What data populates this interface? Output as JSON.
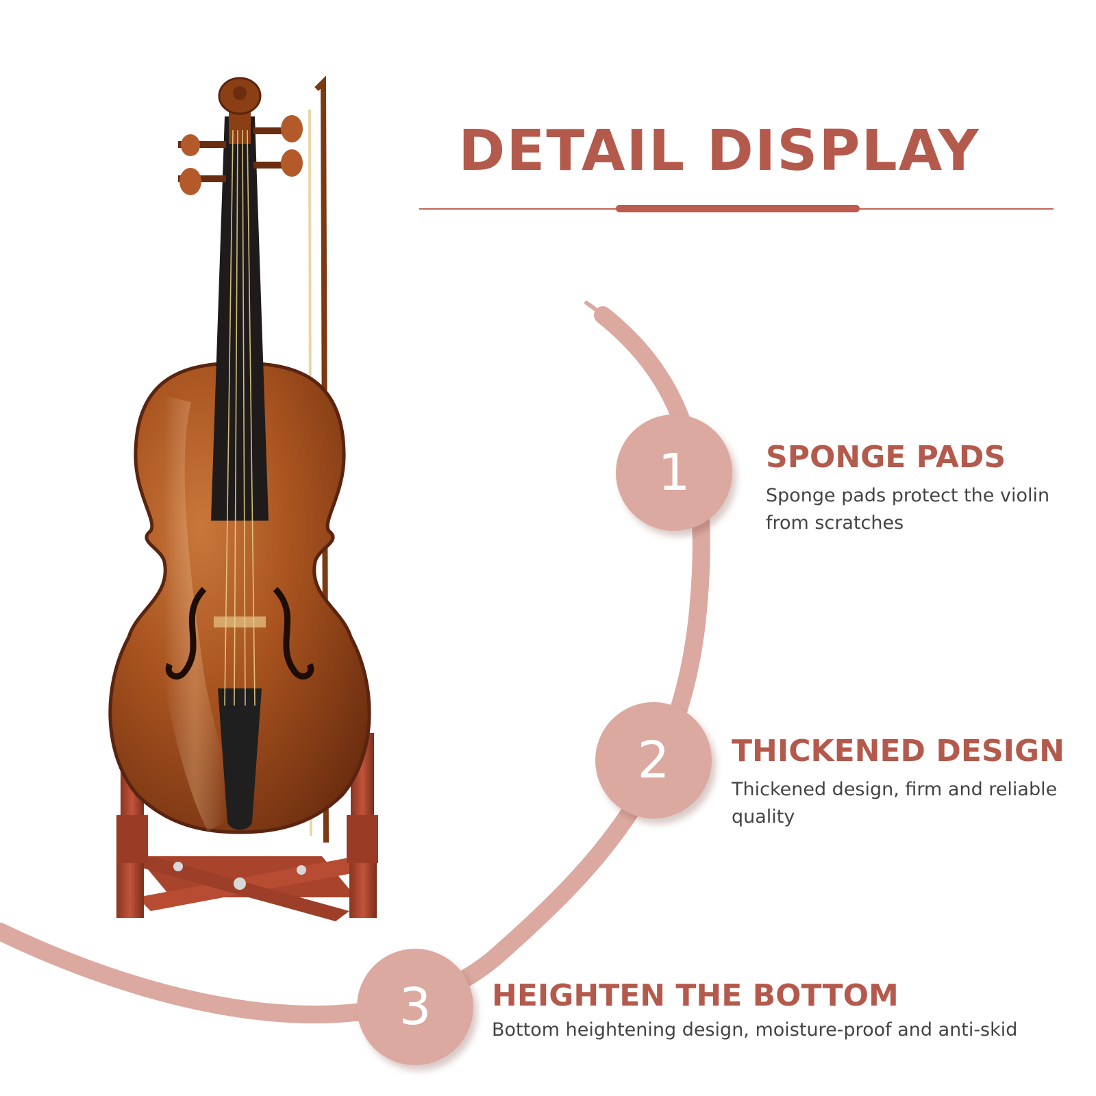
{
  "header": {
    "title": "DETAIL DISPLAY"
  },
  "features": [
    {
      "number": "1",
      "title": "SPONGE PADS",
      "description": "Sponge pads protect the violin from scratches"
    },
    {
      "number": "2",
      "title": "THICKENED DESIGN",
      "description": "Thickened design, firm and reliable quality"
    },
    {
      "number": "3",
      "title": "HEIGHTEN THE BOTTOM",
      "description": "Bottom heightening design, moisture-proof and anti-skid"
    }
  ],
  "colors": {
    "accent": "#b45a4c",
    "arc": "#dba9a0",
    "circle": "#dba9a0",
    "text": "#444444",
    "background": "#ffffff"
  }
}
